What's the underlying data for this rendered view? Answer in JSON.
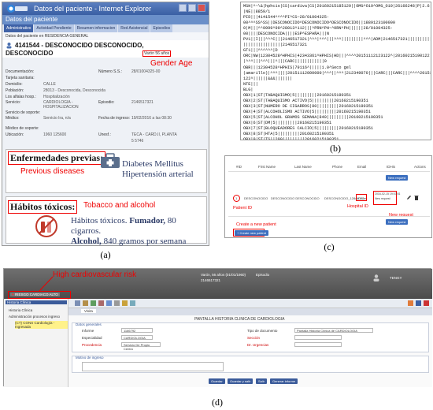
{
  "captions": {
    "a": "(a)",
    "b": "(b)",
    "c": "(c)",
    "d": "(d)"
  },
  "panel_a": {
    "window_title": "Datos del paciente - Internet Explorer",
    "section_title": "Datos del paciente",
    "tabs": [
      "Administrativo",
      "Actividad Pendiente",
      "Resumen informacion",
      "Red Asistencial",
      "Episodios"
    ],
    "subtitle": "Datos del paciente en RESIDENCIA GENERAL",
    "patient_id_name": "4141544 - DESCONOCIDO DESCONOCIDO,",
    "patient_name_line2": "DESCONOCIDO",
    "gender_age_value": "Varón 56 años",
    "gender_age_label": "Gender Age",
    "rows": [
      {
        "k": "Documentación:",
        "v": "",
        "k2": "Número S.S.:",
        "v2": "28/01004325-00"
      },
      {
        "k": "Tarjeta sanitaria:",
        "v": "",
        "k2": "",
        "v2": ""
      },
      {
        "k": "Domicilio:",
        "v": "CALLE",
        "k2": "",
        "v2": ""
      },
      {
        "k": "Población:",
        "v": "28013 - Desconocida, Desconocida",
        "k2": "",
        "v2": ""
      },
      {
        "k": "Los alfalas hosp.:",
        "v": "Hospitalización",
        "k2": "",
        "v2": ""
      },
      {
        "k": "Servicio:",
        "v": "CARDIOLOGIA - HOSPITALIZACION",
        "k2": "Episodio:",
        "v2": "2146517321"
      },
      {
        "k": "Servicio de soporte:",
        "v": "",
        "k2": "",
        "v2": ""
      },
      {
        "k": "Médico:",
        "v": "Servicio Ira, n/a",
        "k2": "Fecha de ingreso:",
        "v2": "19/02/2016 a las 08:30"
      },
      {
        "k": "Médico de soporte:",
        "v": "",
        "k2": "",
        "v2": ""
      },
      {
        "k": "Ubicación:",
        "v": "1960 125600",
        "k2": "Unesf.:",
        "v2": "TECA - CARD.II, PLANTA 5 5746"
      }
    ],
    "previous_header": "Enfermedades previas:",
    "previous_label": "Previous diseases",
    "previous_items": [
      "Diabetes Mellitus",
      "Hipertensión arterial"
    ],
    "habits_header": "Hábitos tóxicos:",
    "habits_label": "Tobacco and alcohol",
    "habits_line1_pre": "Hábitos tóxicos. ",
    "habits_line1_bold": "Fumador,",
    "habits_line1_post": " 80 cigarros.",
    "habits_line2_bold": "Alcohol,",
    "habits_line2_post": " 840 gramos por semana"
  },
  "panel_b": {
    "hl7_lines": [
      "MSH|^~\\&|hphcis|CS|cardiva|CS|20160215185129||OMG^O19^OMG_O19|26166248|P|2.6|||AL",
      "|NE||8859/1",
      "PID|||4141544^^^^PI^CS~28/01004325-",
      "00^^^SS^SS||DESCONOCIDO^DESCONOCIDO^DESCONOCIDO||1889123100000",
      "0|M|||^^9999^99^28013^112|||^PRN^PH~^ORN^PH||||||28/01004325-",
      "00||||DESCONOCIDA||||ESP^ESPAÑA|||N",
      "PV1||I|||^^^C|||2146517321|^^^|^^^|||^^^|||||||||^^^|ADM|2146517321||||||||||||||||||||||||",
      "||||||||||||||||2146517321",
      "GT1|||^^^^^^|D",
      "ORC|NW|12304528^HPHIS|42343361^HPHIS|HD|||^^^^20151112123122^|20160215190122",
      "|^^^|||^^^|||^|||CARC||||||||||||0",
      "OBR|||12304528^HPHIS|79116^|||||1.0^Seco gel",
      "(amarillo)|^^^||||20151112000000|^^^||^^^|212349070|||CARC|||CARC|||^^^^20151112123",
      "122^||||||&&&|||||||",
      "NTE|||",
      "BLG|",
      "OBX|1|ST|TABAQUISMO|5|||||||||20160215190351",
      "OBX|2|ST|TABAQUISMO ACTIVO|5|||||||||20160215190351",
      "OBX|3|ST|NUMERO DE CIGARROS|80|||||||||20160215190351",
      "OBX|4|ST|ALCOHOLISMO ACTIVO|5|||||||||20160215190351",
      "OBX|5|ST|ALCOHOL GRAMOS SEMANA|840|||||||||20160215190351",
      "OBX|6|ST|DM|5|||||||||20160215190351",
      "OBX|7|ST|BLOQUEADORES CALCIO|5|||||||||20160215190351",
      "OBX|8|ST|HTA|5|||||||||20160215190351",
      "OBX|9|ST|TS||200|||||||||20160215190351",
      "OBX|10|ST|TD||120|||||||||20160215190351"
    ]
  },
  "panel_c": {
    "headers": [
      "#ID",
      "First Name",
      "Last Name",
      "Phone",
      "Email",
      "IDHis",
      "Actions"
    ],
    "row": {
      "id": "1",
      "first": "DESCONOCIDO",
      "last": "DESCONOCIDO DESCONOCIDO",
      "email": "DESCONOCIDO_128@OS.es",
      "idhis": "4141",
      "date": "2016-02-15 19:03:51",
      "status": "New request"
    },
    "new_request_btn": "New request",
    "new_patient_btn": "Create new patient",
    "label_patient_id": "Patient ID",
    "label_hospital_id": "Hospital ID",
    "label_new_request": "New request",
    "label_create": "Create a new patient"
  },
  "panel_d": {
    "risk_label": "High cardiovascular risk",
    "risk_badge": "RIESGO CARDIACO ALTO",
    "top_patient": "Varón, 56 años (01/01/1960)",
    "top_episode": "Episodio",
    "top_id": "2146517321",
    "user": "TENGY",
    "tree_title": "Historia Clínica",
    "tree_items": [
      "Historia Clínica",
      "Administración procesos ingreso",
      "(CT) CONS Cardiología - Ingresada"
    ],
    "tab_label": "Visita",
    "form_title": "PANTALLA HISTORIA CLINICA DE CARDIOLOGIA",
    "group_general": "Datos generales",
    "f_informe": "Informe",
    "f_informe_v": "1166792",
    "f_especialidad": "Especialidad",
    "f_especialidad_v": "CARDIOLOGIA",
    "f_procedencia": "Procedencia",
    "f_procedencia_v": "Servicio De Propio Centro",
    "f_tipo": "Tipo de documento",
    "f_tipo_v": "Pantalla Historia Clínica de CARDIOLOGIA",
    "f_seccion": "Sección",
    "f_urgencia": "Dr. Urgencias",
    "group_ingreso": "Motivo de ingreso",
    "buttons": [
      "Guardar",
      "Guardar y salir",
      "Salir",
      "Generar informe"
    ]
  }
}
